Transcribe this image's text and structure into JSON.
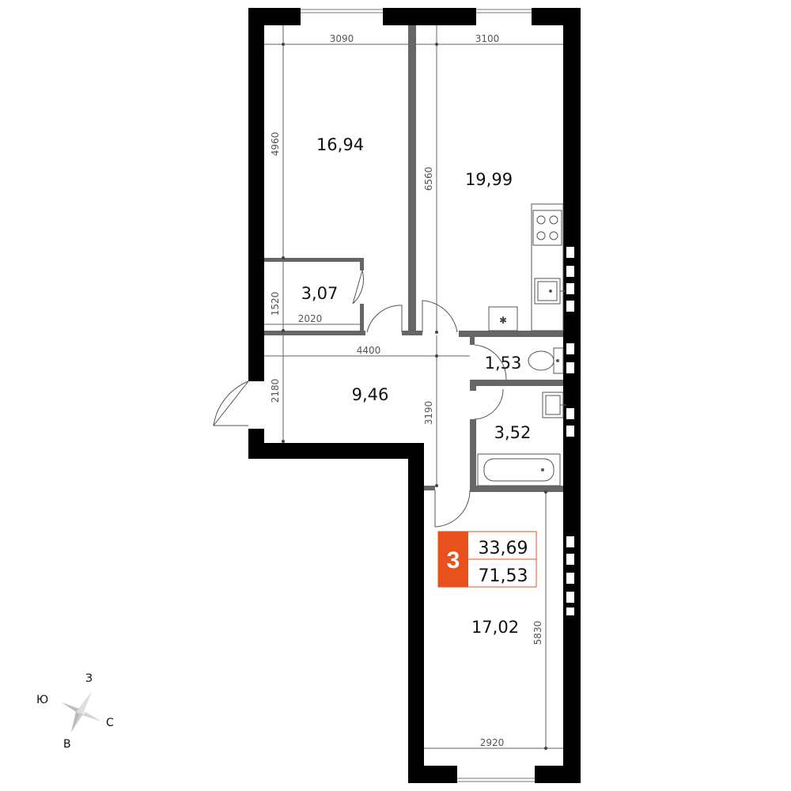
{
  "floor_plan": {
    "room_areas": {
      "bedroom": "16,94",
      "kitchen_living": "19,99",
      "wardrobe": "3,07",
      "hall": "9,46",
      "toilet": "1,53",
      "bathroom": "3,52",
      "room": "17,02"
    },
    "dimensions": {
      "bedroom_width": "3090",
      "kitchen_width": "3100",
      "bedroom_depth": "4960",
      "kitchen_depth": "6560",
      "wardrobe_depth": "1520",
      "wardrobe_width": "2020",
      "hall_width": "4400",
      "hall_depth": "2180",
      "corridor_length": "3190",
      "room_depth": "5830",
      "room_width": "2920"
    },
    "apartment_badge": {
      "rooms": "3",
      "living_area": "33,69",
      "total_area": "71,53",
      "accent_color": "#e8501e"
    },
    "compass": {
      "north": "З",
      "east": "С",
      "south": "В",
      "west": "Ю"
    },
    "colors": {
      "wall": "#000000",
      "partition": "#555555",
      "dimension_line": "#666666"
    }
  }
}
